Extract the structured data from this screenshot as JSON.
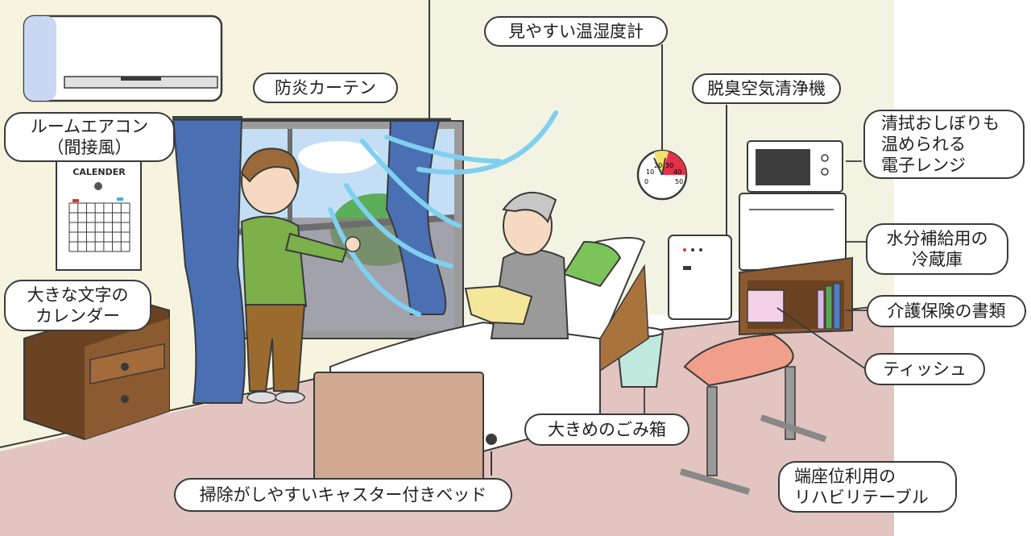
{
  "labels": {
    "air_conditioner": [
      "ルームエアコン",
      "（間接風）"
    ],
    "curtain": "防炎カーテン",
    "hygrometer": "見やすい温湿度計",
    "air_purifier": "脱臭空気清浄機",
    "microwave": [
      "清拭おしぼりも",
      "温められる",
      "電子レンジ"
    ],
    "fridge": [
      "水分補給用の",
      "冷蔵庫"
    ],
    "documents": "介護保険の書類",
    "tissue": "ティッシュ",
    "calendar": [
      "大きな文字の",
      "カレンダー"
    ],
    "trash": "大きめのごみ箱",
    "bed": "掃除がしやすいキャスター付きベッド",
    "table": [
      "端座位利用の",
      "リハビリテーブル"
    ]
  },
  "calendar_word": "CALENDER",
  "gauge_numbers": [
    "20",
    "30",
    "10",
    "40",
    "0",
    "50"
  ],
  "colors": {
    "floor": "#e2c4c0",
    "wall": "#f6f4de",
    "outline": "#3a3a3a",
    "curtain": "#4a6fb3",
    "shirt": "#7cb04a",
    "wood": "#8c5a30",
    "breeze": "#7fd0f0"
  }
}
